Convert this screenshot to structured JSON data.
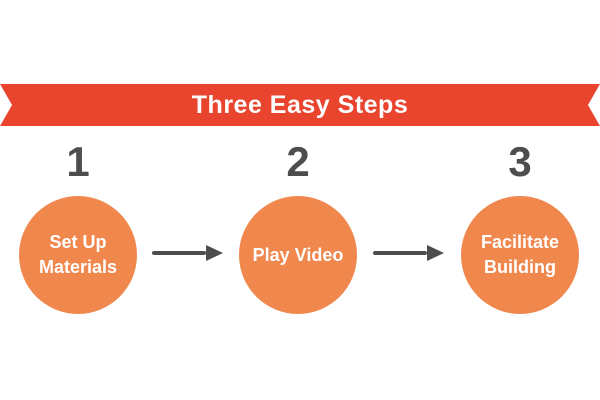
{
  "banner": {
    "title": "Three Easy Steps"
  },
  "steps": [
    {
      "number": "1",
      "label": "Set Up Materials"
    },
    {
      "number": "2",
      "label": "Play Video"
    },
    {
      "number": "3",
      "label": "Facilitate Building"
    }
  ],
  "arrows": [
    {
      "icon": "arrow-right-icon"
    },
    {
      "icon": "arrow-right-icon"
    }
  ],
  "colors": {
    "background": "#ffffff",
    "ribbon": "#e8442e",
    "title_text": "#ffffff",
    "circle": "#f0884e",
    "circle_text": "#ffffff",
    "number": "#4d4d4d",
    "arrow": "#4d4d4d"
  }
}
